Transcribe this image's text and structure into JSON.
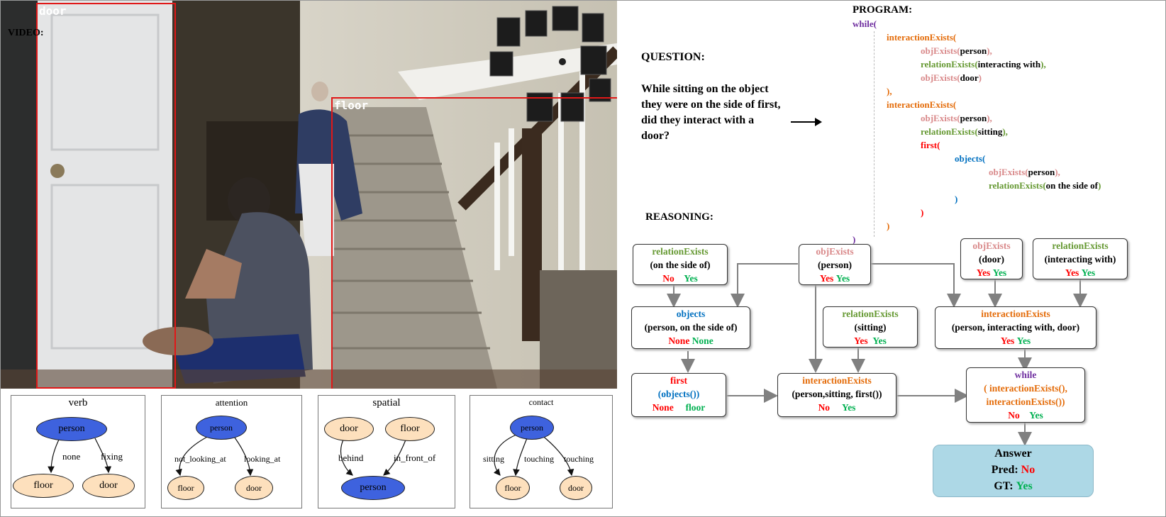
{
  "video": {
    "label": "VIDEO:",
    "boxes": [
      {
        "label": "door"
      },
      {
        "label": "floor"
      }
    ]
  },
  "scene_graphs": [
    {
      "title": "verb",
      "subject": "person",
      "objects": [
        "floor",
        "door"
      ],
      "relations": [
        "none",
        "fixing"
      ]
    },
    {
      "title": "attention",
      "subject": "person",
      "objects": [
        "floor",
        "door"
      ],
      "relations": [
        "not_looking_at",
        "looking_at"
      ]
    },
    {
      "title": "spatial",
      "subject": "person",
      "objects": [
        "door",
        "floor"
      ],
      "relations": [
        "behind",
        "in_front_of"
      ]
    },
    {
      "title": "contact",
      "subject": "person",
      "objects": [
        "floor",
        "door"
      ],
      "relations": [
        "sitting",
        "touching",
        "touching"
      ]
    }
  ],
  "question": {
    "label": "QUESTION:",
    "text": "While sitting on the object they were on the side of first, did they interact with a door?"
  },
  "program": {
    "label": "PROGRAM:",
    "lines": [
      [
        {
          "t": "while(",
          "c": "purple"
        }
      ],
      [
        {
          "t": "interactionExists(",
          "c": "orange"
        }
      ],
      [
        {
          "t": "objExists(",
          "c": "pink"
        },
        {
          "t": "person",
          "c": "black"
        },
        {
          "t": "),",
          "c": "pink"
        }
      ],
      [
        {
          "t": "relationExists(",
          "c": "green"
        },
        {
          "t": "interacting with",
          "c": "black"
        },
        {
          "t": "),",
          "c": "green"
        }
      ],
      [
        {
          "t": "objExists(",
          "c": "pink"
        },
        {
          "t": "door",
          "c": "black"
        },
        {
          "t": ")",
          "c": "pink"
        }
      ],
      [
        {
          "t": "),",
          "c": "orange"
        }
      ],
      [
        {
          "t": "interactionExists(",
          "c": "orange"
        }
      ],
      [
        {
          "t": "objExists(",
          "c": "pink"
        },
        {
          "t": "person",
          "c": "black"
        },
        {
          "t": "),",
          "c": "pink"
        }
      ],
      [
        {
          "t": "relationExists(",
          "c": "green"
        },
        {
          "t": "sitting",
          "c": "black"
        },
        {
          "t": "),",
          "c": "green"
        }
      ],
      [
        {
          "t": "first(",
          "c": "red"
        }
      ],
      [
        {
          "t": "objects(",
          "c": "blue"
        }
      ],
      [
        {
          "t": "objExists(",
          "c": "pink"
        },
        {
          "t": "person",
          "c": "black"
        },
        {
          "t": "),",
          "c": "pink"
        }
      ],
      [
        {
          "t": "relationExists(",
          "c": "green"
        },
        {
          "t": "on the side of",
          "c": "black"
        },
        {
          "t": ")",
          "c": "green"
        }
      ],
      [
        {
          "t": ")",
          "c": "blue"
        }
      ],
      [
        {
          "t": ")",
          "c": "red"
        }
      ],
      [
        {
          "t": ")",
          "c": "orange"
        }
      ],
      [
        {
          "t": ")",
          "c": "purple"
        }
      ]
    ]
  },
  "reasoning": {
    "label": "REASONING:",
    "nodes": {
      "rel_side": {
        "fn": "relationExists",
        "fn_color": "green",
        "arg": "(on the side of)",
        "pred": "No",
        "gt": "Yes"
      },
      "obj_person": {
        "fn": "objExists",
        "fn_color": "pink",
        "arg": "(person)",
        "pred": "Yes",
        "gt": "Yes"
      },
      "obj_door": {
        "fn": "objExists",
        "fn_color": "pink",
        "arg": "(door)",
        "pred": "Yes",
        "gt": "Yes"
      },
      "rel_interact": {
        "fn": "relationExists",
        "fn_color": "green",
        "arg": "(interacting with)",
        "pred": "Yes",
        "gt": "Yes"
      },
      "objects": {
        "fn": "objects",
        "fn_color": "blue",
        "arg": "(person, on the side of)",
        "pred": "None",
        "gt": "None"
      },
      "rel_sitting": {
        "fn": "relationExists",
        "fn_color": "green",
        "arg": "(sitting)",
        "pred": "Yes",
        "gt": "Yes"
      },
      "int_door": {
        "fn": "interactionExists",
        "fn_color": "orange",
        "arg": "(person, interacting with, door)",
        "pred": "Yes",
        "gt": "Yes"
      },
      "first": {
        "fn": "first",
        "fn_color": "red",
        "arg": "(objects())",
        "pred": "None",
        "gt": "floor"
      },
      "int_first": {
        "fn": "interactionExists",
        "fn_color": "orange",
        "arg": "(person,sitting, first())",
        "pred": "No",
        "gt": "Yes"
      },
      "while": {
        "fn": "while",
        "fn_color": "purple",
        "arg": "( interactionExists(),",
        "arg2": "interactionExists())",
        "pred": "No",
        "gt": "Yes"
      }
    }
  },
  "answer": {
    "title": "Answer",
    "pred_label": "Pred:",
    "pred": "No",
    "gt_label": "GT:",
    "gt": "Yes"
  },
  "colors": {
    "person_node": "#3e62de",
    "object_node": "#fde0bd",
    "bbox": "#e01818",
    "answer_bg": "#add8e6",
    "pred_red": "#ff0000",
    "gt_green": "#00b050"
  }
}
